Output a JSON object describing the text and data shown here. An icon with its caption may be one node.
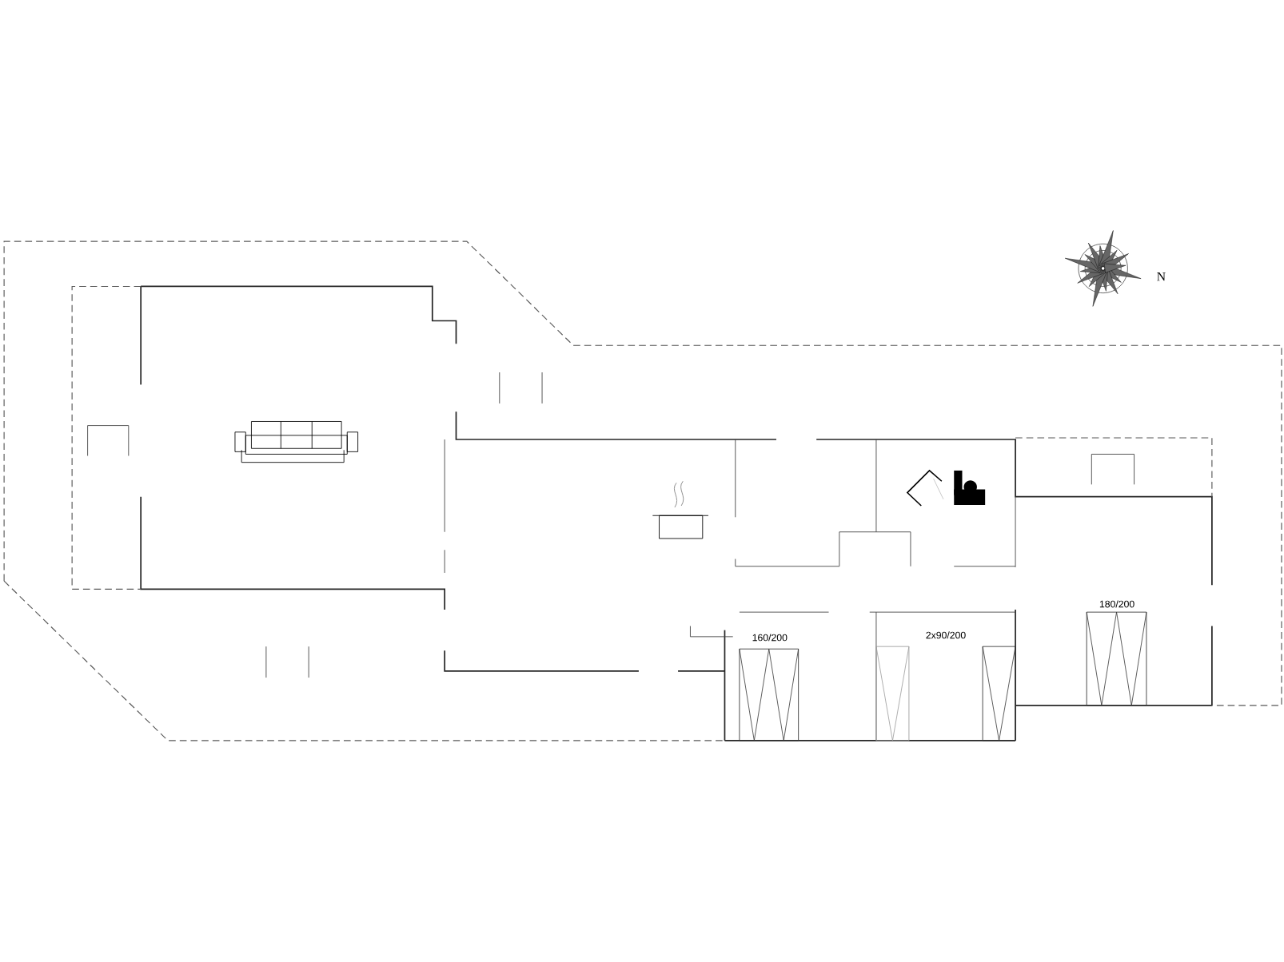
{
  "diagram": {
    "labels": [
      "N",
      "160/200",
      "2x90/200",
      "180/200"
    ]
  }
}
